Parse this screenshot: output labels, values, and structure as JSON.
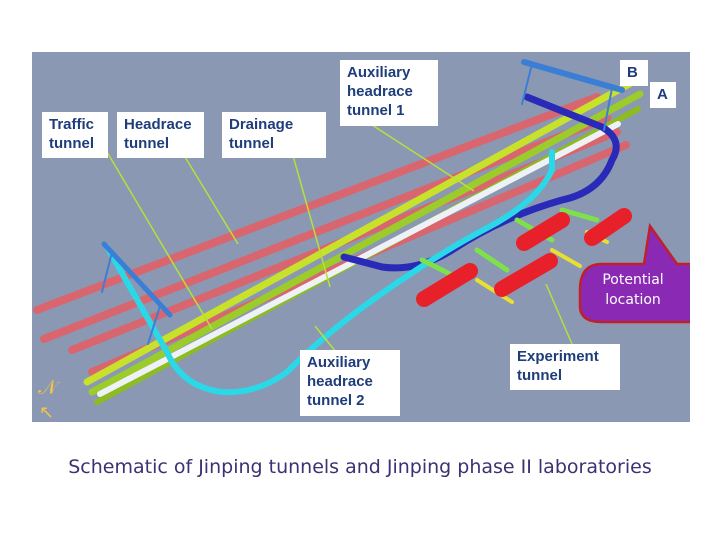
{
  "labels": {
    "traffic": [
      "Traffic",
      "tunnel"
    ],
    "headrace": [
      "Headrace",
      "tunnel"
    ],
    "drainage": [
      "Drainage",
      "tunnel"
    ],
    "aux1": [
      "Auxiliary",
      "headrace",
      "tunnel 1"
    ],
    "aux2": [
      "Auxiliary",
      "headrace",
      "tunnel 2"
    ],
    "experiment": [
      "Experiment",
      "tunnel"
    ],
    "b": "B",
    "a": "A"
  },
  "callout": [
    "Potential",
    "location"
  ],
  "caption": "Schematic of Jinping tunnels and Jinping phase II laboratories",
  "colors": {
    "background": "#8a98b3",
    "traffic_tunnel": "#d9666f",
    "headrace_tunnel": "#9ccc2a",
    "drainage_tunnel": "#eef2f6",
    "aux_tunnel_1": "#2a2ab8",
    "aux_tunnel_2": "#2ad8e8",
    "experiment_halls": "#e8202a",
    "callout_fill": "#8a2ab4",
    "callout_border": "#c0202a",
    "label_text": "#1f3d7a",
    "caption_text": "#3b3173"
  }
}
